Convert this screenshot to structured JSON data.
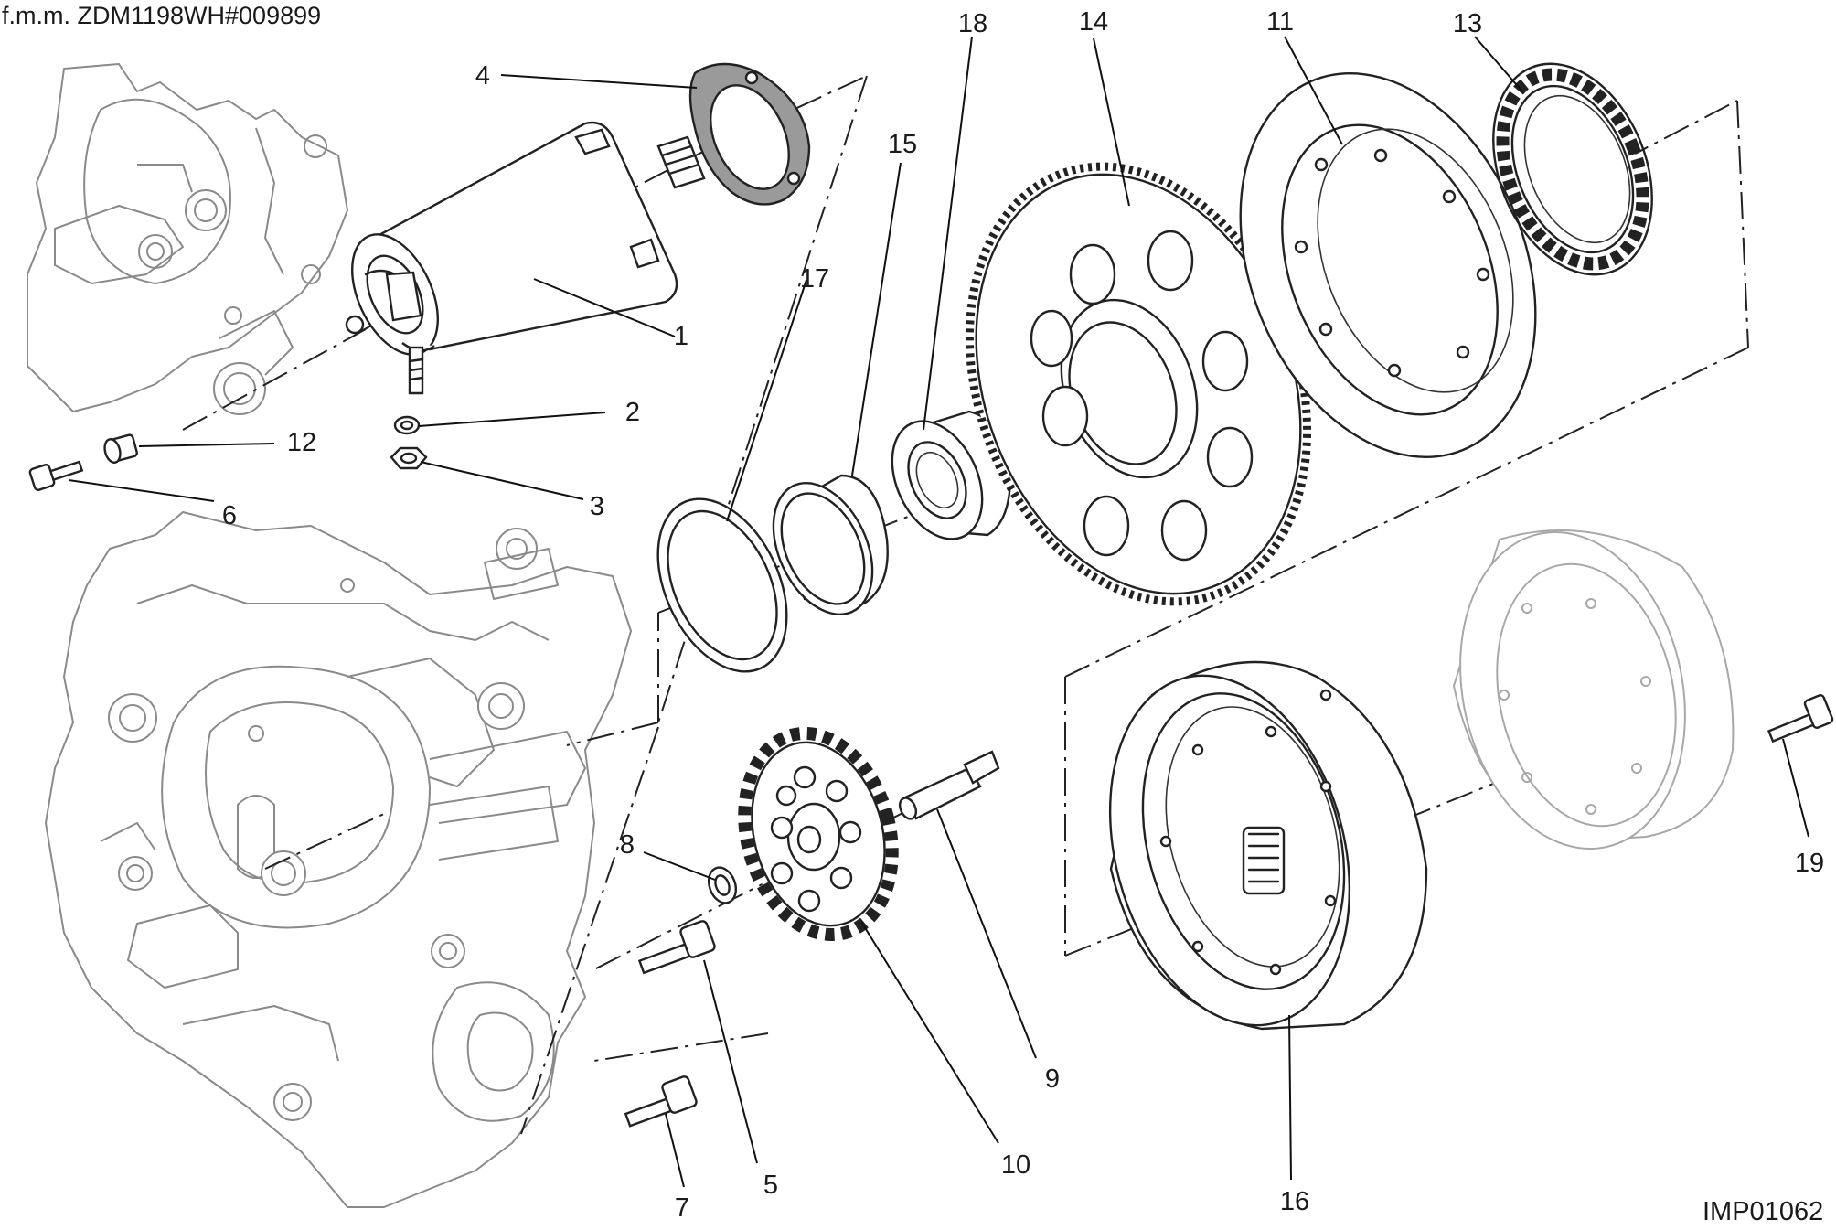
{
  "header": {
    "model_code": "f.m.m. ZDM1198WH#009899"
  },
  "footer": {
    "image_code": "IMP01062"
  },
  "callouts": [
    {
      "id": "c1",
      "number": "1"
    },
    {
      "id": "c2",
      "number": "2"
    },
    {
      "id": "c3",
      "number": "3"
    },
    {
      "id": "c4",
      "number": "4"
    },
    {
      "id": "c5",
      "number": "5"
    },
    {
      "id": "c6",
      "number": "6"
    },
    {
      "id": "c7",
      "number": "7"
    },
    {
      "id": "c8",
      "number": "8"
    },
    {
      "id": "c9",
      "number": "9"
    },
    {
      "id": "c10",
      "number": "10"
    },
    {
      "id": "c11",
      "number": "11"
    },
    {
      "id": "c12",
      "number": "12"
    },
    {
      "id": "c13",
      "number": "13"
    },
    {
      "id": "c14",
      "number": "14"
    },
    {
      "id": "c15",
      "number": "15"
    },
    {
      "id": "c16",
      "number": "16"
    },
    {
      "id": "c17",
      "number": "17"
    },
    {
      "id": "c18",
      "number": "18"
    },
    {
      "id": "c19",
      "number": "19"
    }
  ]
}
